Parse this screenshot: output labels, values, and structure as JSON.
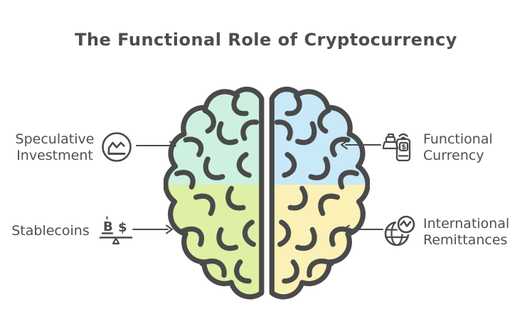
{
  "title": "The Functional Role of Cryptocurrency",
  "text_color": "#4f4f4f",
  "outline_color": "#4a4a4a",
  "brain": {
    "quadrants": {
      "top_left": {
        "topic": "Speculative Investment",
        "color": "#cdf1de"
      },
      "top_right": {
        "topic": "Functional Currency",
        "color": "#c9e9f8"
      },
      "bottom_left": {
        "topic": "Stablecoins",
        "color": "#ddf0a4"
      },
      "bottom_right": {
        "topic": "International Remittances",
        "color": "#fbf1b6"
      }
    }
  },
  "labels": {
    "speculative_investment": {
      "line1": "Speculative",
      "line2": "Investment",
      "icon": "line-chart-circle-icon"
    },
    "functional_currency": {
      "line1": "Functional",
      "line2": "Currency",
      "icon": "cash-register-phone-icon",
      "phone_symbol": "$"
    },
    "stablecoins": {
      "line1": "Stablecoins",
      "icon": "balance-scale-icon",
      "scale_left_symbol": "B",
      "scale_right_symbol": "$"
    },
    "international_remittances": {
      "line1": "International",
      "line2": "Remittances",
      "icon": "globe-pulse-icon"
    }
  }
}
